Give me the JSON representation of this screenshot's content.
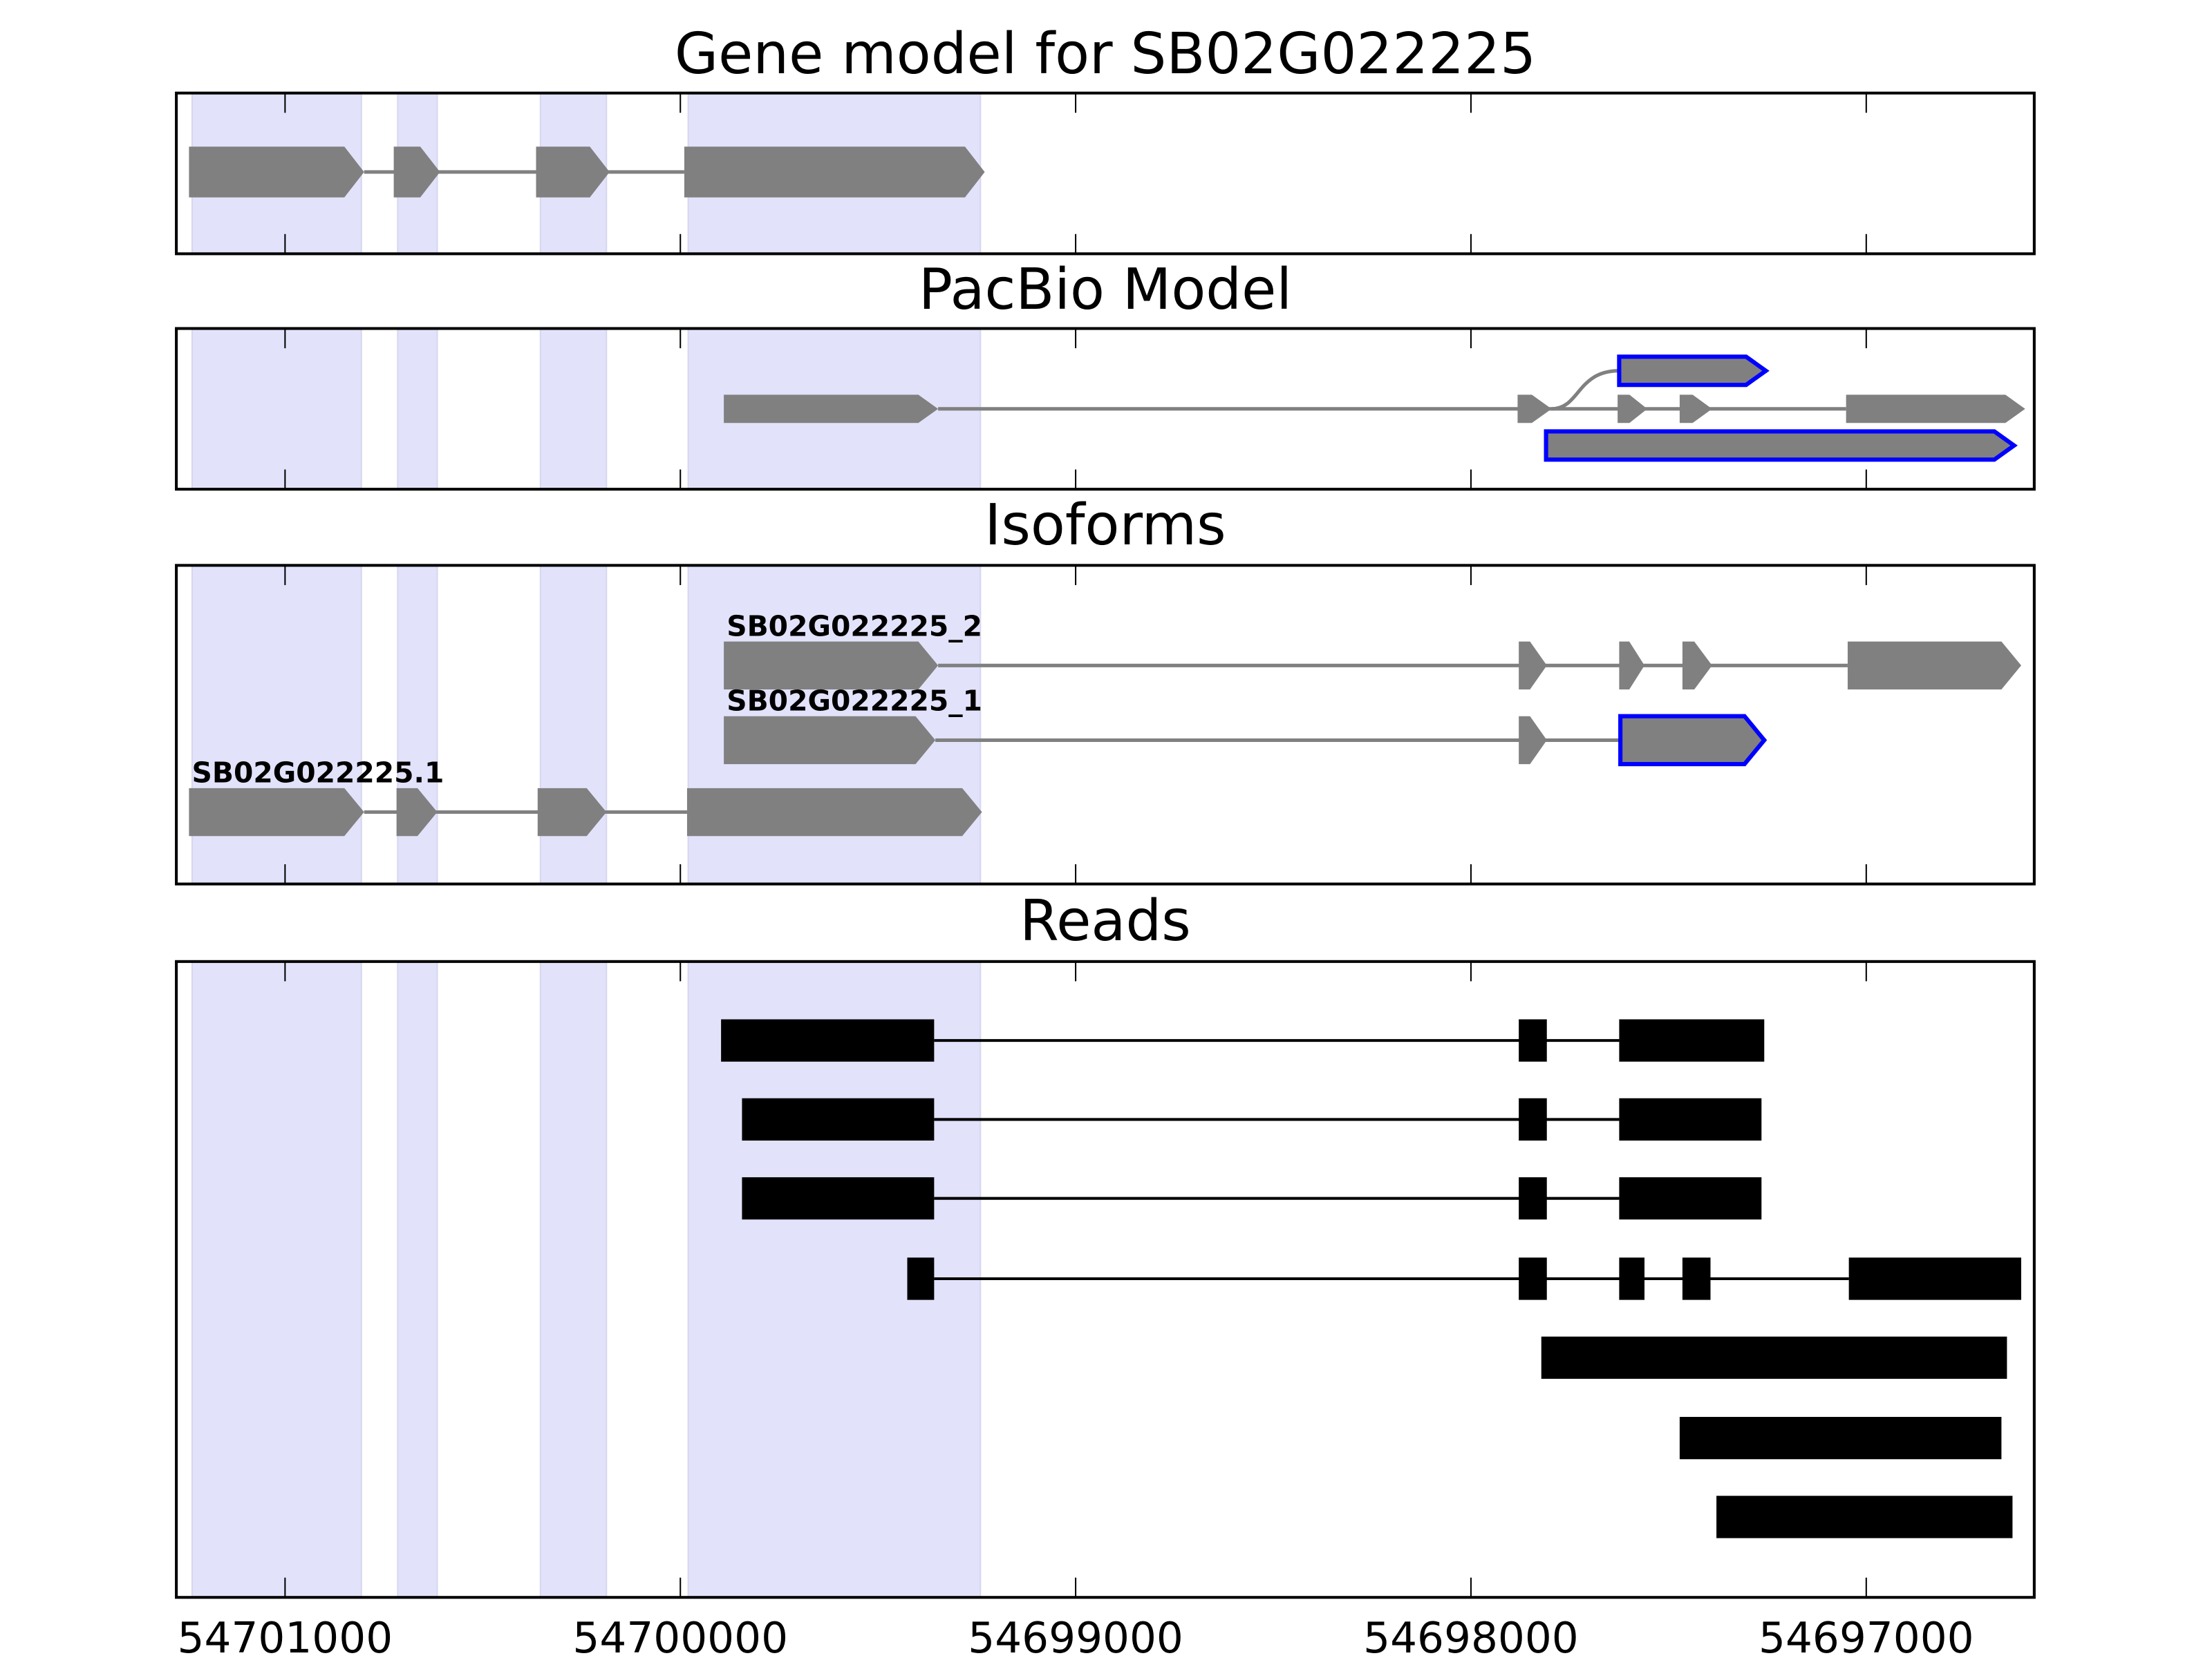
{
  "chart_data": {
    "type": "gene-track",
    "xlim": [
      54701275,
      54696575
    ],
    "x_ticks": [
      54701000,
      54700000,
      54699000,
      54698000,
      54697000
    ],
    "x_tick_labels": [
      "54701000",
      "54700000",
      "54699000",
      "54698000",
      "54697000"
    ],
    "highlight_color": "#e2e2fb",
    "highlight_regions": [
      [
        54701235,
        54700807
      ],
      [
        54700715,
        54700615
      ],
      [
        54700354,
        54700187
      ],
      [
        54699980,
        54699241
      ]
    ],
    "panels": [
      {
        "title": "Gene model for SB02G022225",
        "tracks": [
          {
            "exons": [
              [
                54701243,
                54700800
              ],
              [
                54700725,
                54700608
              ],
              [
                54700365,
                54700179
              ],
              [
                54699990,
                54699230
              ]
            ],
            "color": "#808080"
          }
        ]
      },
      {
        "title": "PacBio Model",
        "tracks": [
          {
            "exons": [
              [
                54697625,
                54697254
              ]
            ],
            "color": "#808080",
            "outline": "#0000ff",
            "row": 0,
            "link_from": 54697796
          },
          {
            "exons": [
              [
                54699890,
                54699348
              ],
              [
                54697882,
                54697796
              ],
              [
                54697629,
                54697554
              ],
              [
                54697472,
                54697390
              ],
              [
                54697051,
                54696598
              ]
            ],
            "color": "#808080",
            "row": 1
          },
          {
            "exons": [
              [
                54697810,
                54696626
              ]
            ],
            "color": "#808080",
            "outline": "#0000ff",
            "row": 2
          }
        ]
      },
      {
        "title": "Isoforms",
        "tracks": [
          {
            "label": "SB02G022225_2",
            "exons": [
              [
                54699890,
                54699348
              ],
              [
                54697879,
                54697808
              ],
              [
                54697625,
                54697561
              ],
              [
                54697465,
                54697390
              ],
              [
                54697047,
                54696608
              ]
            ],
            "color": "#808080"
          },
          {
            "label": "SB02G022225_1",
            "exons": [
              [
                54699890,
                54699355
              ],
              [
                54697879,
                54697808
              ],
              [
                54697622,
                54697258
              ]
            ],
            "color": "#808080",
            "outline_last": "#0000ff"
          },
          {
            "label": "SB02G022225.1",
            "exons": [
              [
                54701243,
                54700800
              ],
              [
                54700718,
                54700615
              ],
              [
                54700361,
                54700187
              ],
              [
                54699983,
                54699237
              ]
            ],
            "color": "#808080"
          }
        ]
      },
      {
        "title": "Reads",
        "tracks": [
          {
            "exons": [
              [
                54699897,
                54699358
              ],
              [
                54697879,
                54697808
              ],
              [
                54697625,
                54697258
              ]
            ],
            "color": "#000000"
          },
          {
            "exons": [
              [
                54699844,
                54699358
              ],
              [
                54697879,
                54697808
              ],
              [
                54697625,
                54697265
              ]
            ],
            "color": "#000000"
          },
          {
            "exons": [
              [
                54699844,
                54699358
              ],
              [
                54697879,
                54697808
              ],
              [
                54697625,
                54697265
              ]
            ],
            "color": "#000000"
          },
          {
            "exons": [
              [
                54699426,
                54699358
              ],
              [
                54697879,
                54697808
              ],
              [
                54697625,
                54697561
              ],
              [
                54697465,
                54697394
              ],
              [
                54697044,
                54696608
              ]
            ],
            "color": "#000000"
          },
          {
            "exons": [
              [
                54697822,
                54696644
              ]
            ],
            "color": "#000000"
          },
          {
            "exons": [
              [
                54697472,
                54696658
              ]
            ],
            "color": "#000000"
          },
          {
            "exons": [
              [
                54697379,
                54696630
              ]
            ],
            "color": "#000000"
          }
        ]
      }
    ]
  }
}
